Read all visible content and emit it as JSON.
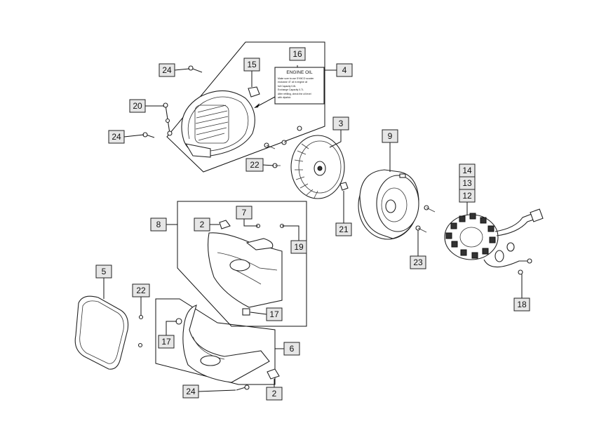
{
  "callouts": [
    {
      "id": "c24a",
      "text": "24"
    },
    {
      "id": "c16",
      "text": "16"
    },
    {
      "id": "c4",
      "text": "4"
    },
    {
      "id": "c15",
      "text": "15"
    },
    {
      "id": "c20",
      "text": "20"
    },
    {
      "id": "c24b",
      "text": "24"
    },
    {
      "id": "c3",
      "text": "3"
    },
    {
      "id": "c9",
      "text": "9"
    },
    {
      "id": "c22a",
      "text": "22"
    },
    {
      "id": "c14",
      "text": "14"
    },
    {
      "id": "c13",
      "text": "13"
    },
    {
      "id": "c12",
      "text": "12"
    },
    {
      "id": "c8",
      "text": "8"
    },
    {
      "id": "c2a",
      "text": "2"
    },
    {
      "id": "c7",
      "text": "7"
    },
    {
      "id": "c19",
      "text": "19"
    },
    {
      "id": "c21",
      "text": "21"
    },
    {
      "id": "c23",
      "text": "23"
    },
    {
      "id": "c5",
      "text": "5"
    },
    {
      "id": "c22b",
      "text": "22"
    },
    {
      "id": "c18",
      "text": "18"
    },
    {
      "id": "c17a",
      "text": "17"
    },
    {
      "id": "c17b",
      "text": "17"
    },
    {
      "id": "c6",
      "text": "6"
    },
    {
      "id": "c24c",
      "text": "24"
    },
    {
      "id": "c2b",
      "text": "2"
    }
  ],
  "engine_oil_label": {
    "title": "ENGINE OIL",
    "lines": [
      "Make sure to use SYMCO scooter",
      "exclusive 4T oil in engine oil",
      "full Capacity   0.8L",
      "Exchange Capacity  0.7L",
      "After refilling, check the oil level",
      "with dipstick"
    ]
  }
}
